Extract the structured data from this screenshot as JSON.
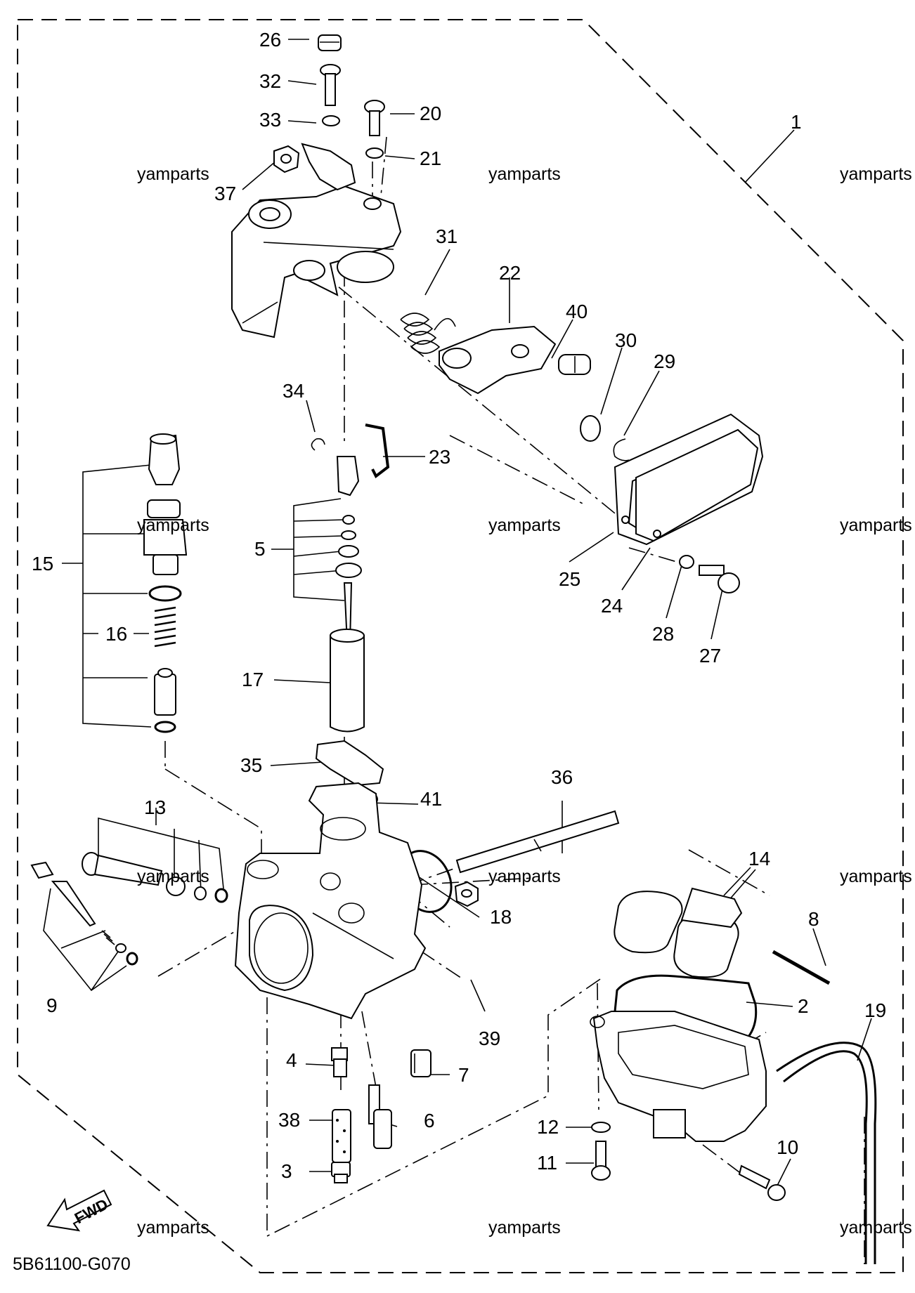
{
  "diagram_code": "5B61100-G070",
  "watermark": "yamparts",
  "fwd_label": "FWD",
  "callouts": [
    "1",
    "2",
    "3",
    "4",
    "5",
    "6",
    "7",
    "8",
    "9",
    "10",
    "11",
    "12",
    "13",
    "14",
    "15",
    "16",
    "17",
    "18",
    "19",
    "20",
    "21",
    "22",
    "23",
    "24",
    "25",
    "26",
    "27",
    "28",
    "29",
    "30",
    "31",
    "32",
    "33",
    "34",
    "35",
    "36",
    "37",
    "38",
    "39",
    "40",
    "41"
  ]
}
